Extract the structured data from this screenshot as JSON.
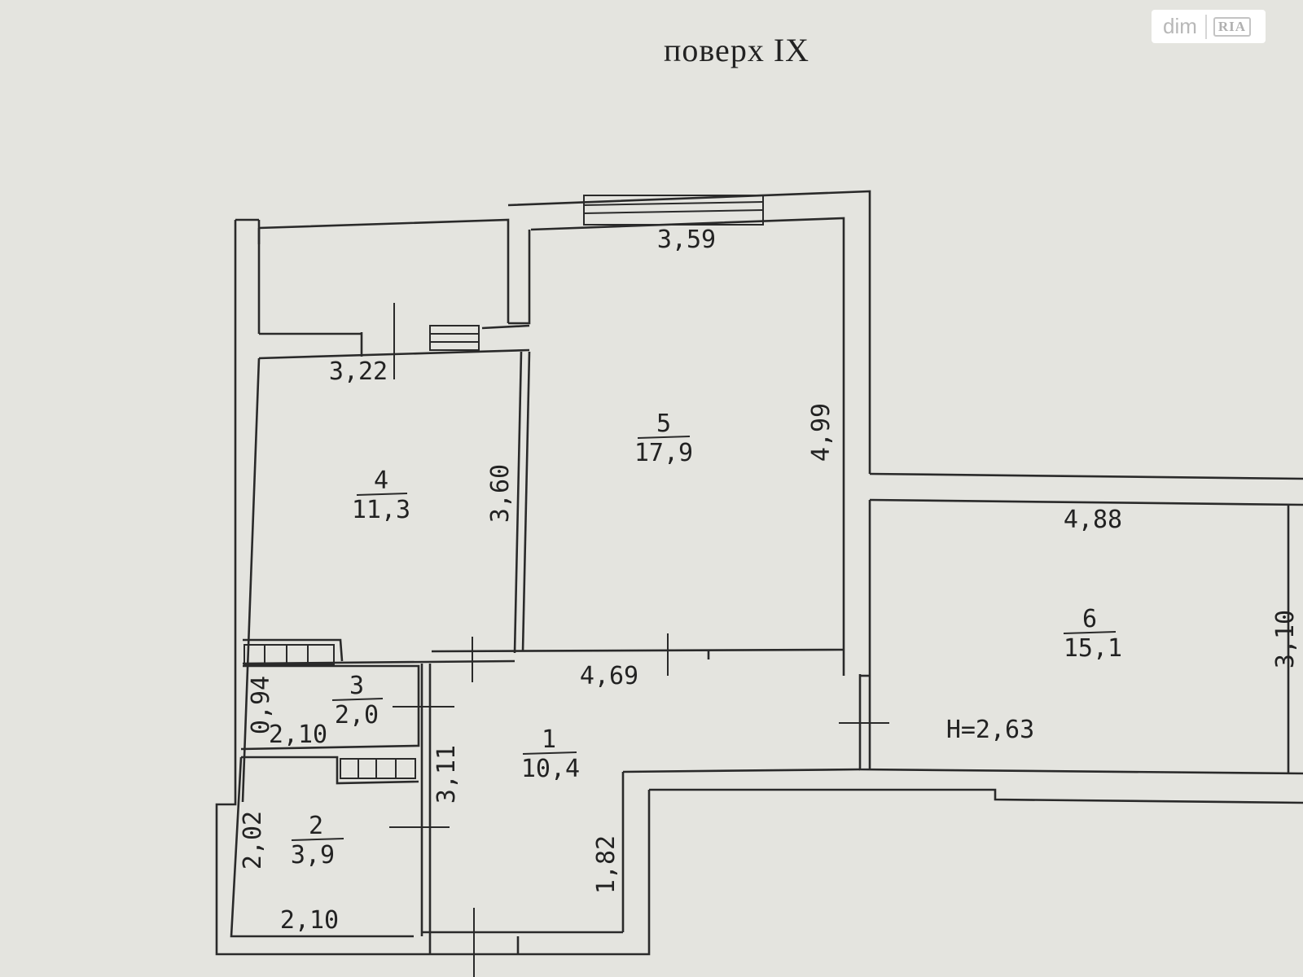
{
  "title": "поверх IX",
  "watermark": {
    "brand": "dim",
    "mark": "RIA"
  },
  "rooms": [
    {
      "number": "1",
      "area": "10,4"
    },
    {
      "number": "2",
      "area": "3,9"
    },
    {
      "number": "3",
      "area": "2,0"
    },
    {
      "number": "4",
      "area": "11,3"
    },
    {
      "number": "5",
      "area": "17,9"
    },
    {
      "number": "6",
      "area": "15,1"
    }
  ],
  "dimensions": {
    "room5_width": "3,59",
    "room5_height": "4,99",
    "room4_width": "3,22",
    "room4_height": "3,60",
    "room6_width": "4,88",
    "room6_height": "3,10",
    "room1_width": "4,69",
    "room1_height": "3,11",
    "room1_lower": "1,82",
    "room3_height": "0,94",
    "room3_width": "2,10",
    "room2_height": "2,02",
    "room2_width": "2,10"
  },
  "ceiling_height": "H=2,63"
}
